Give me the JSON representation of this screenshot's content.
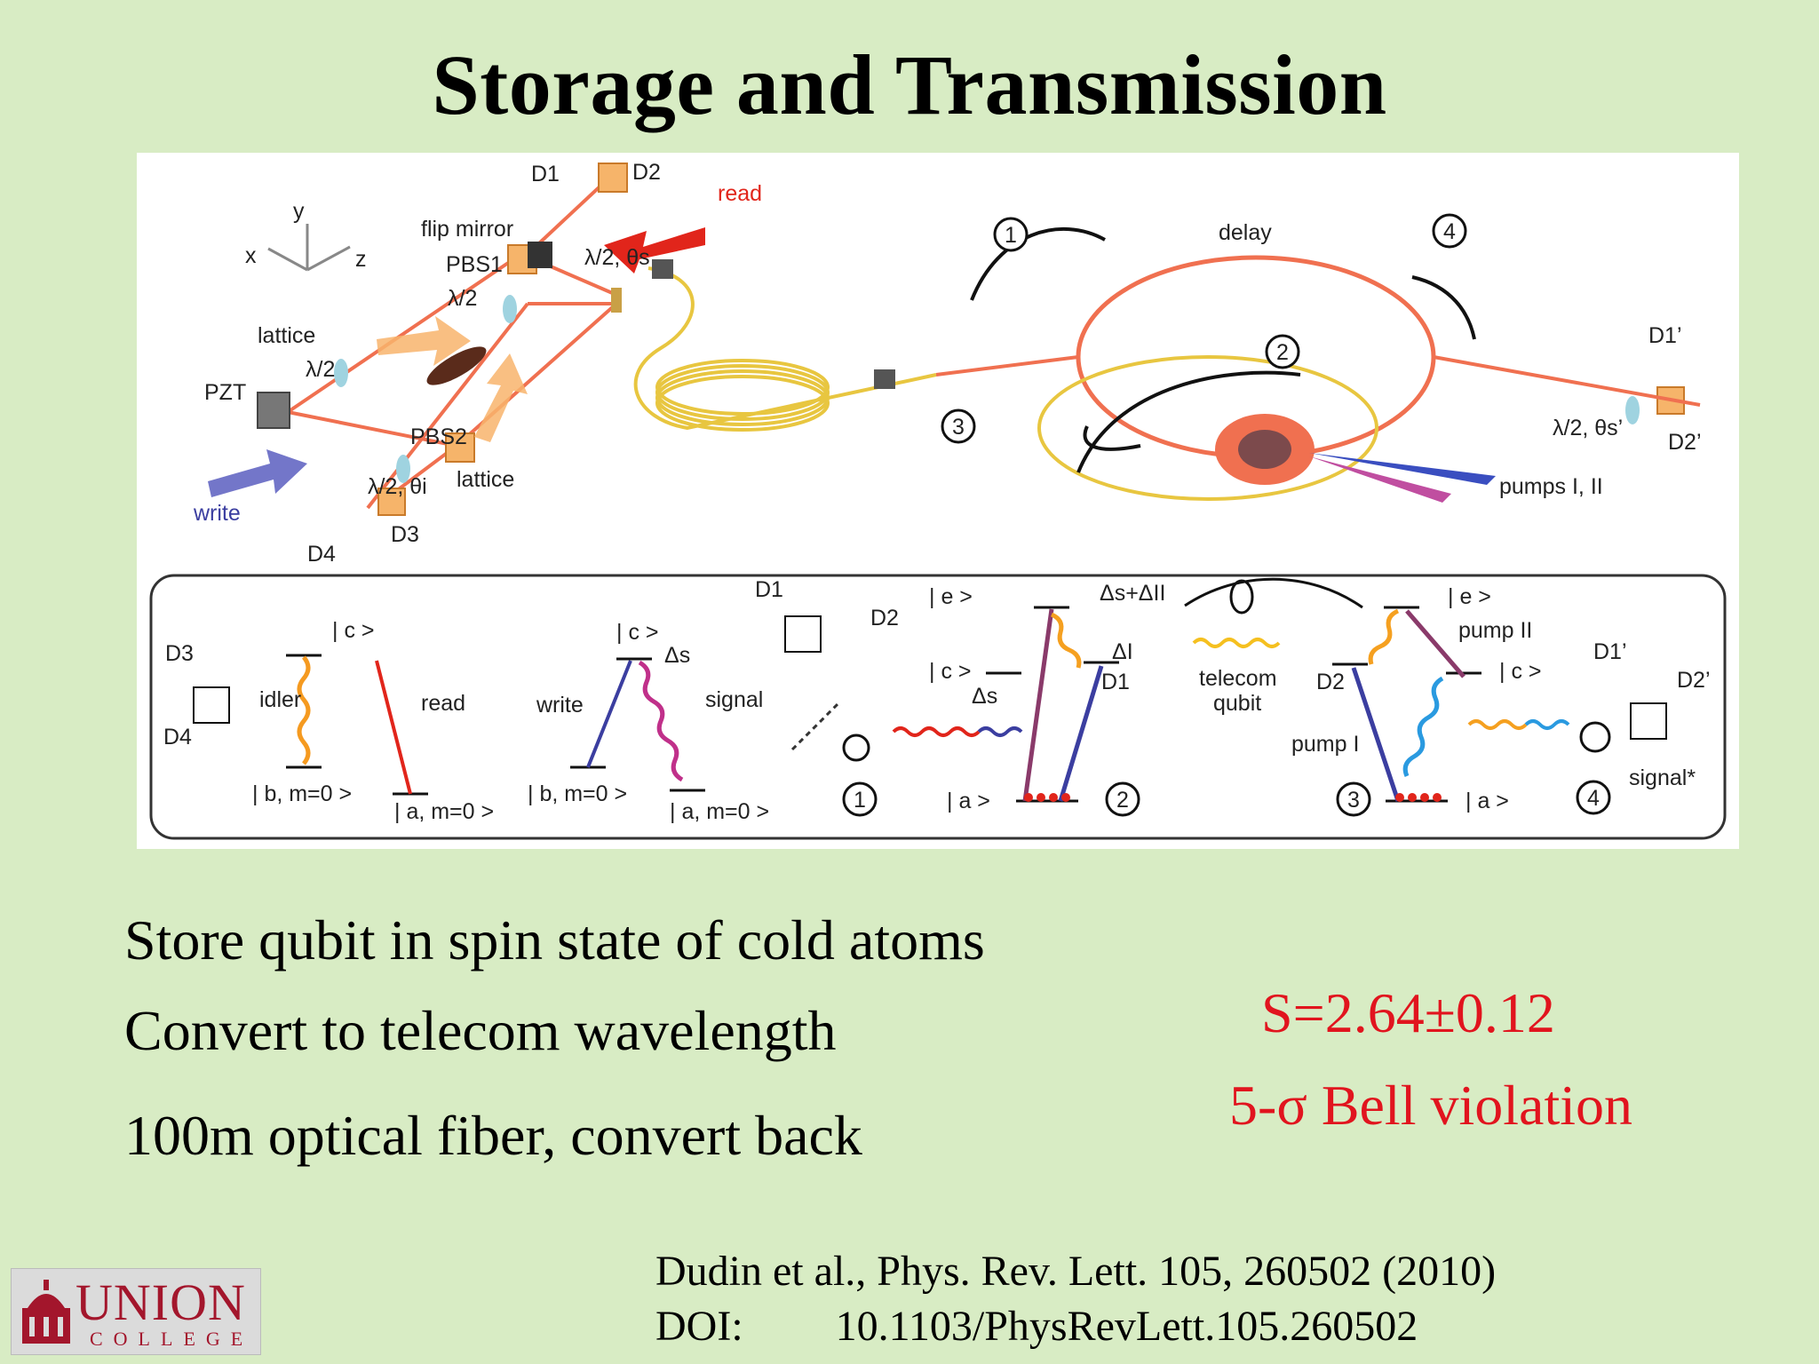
{
  "title": "Storage and Transmission",
  "figure": {
    "top": {
      "detectors": [
        "D1",
        "D2",
        "D3",
        "D4",
        "D1’",
        "D2’"
      ],
      "labels": {
        "read": "read",
        "write": "write",
        "flip_mirror": "flip mirror",
        "pbs1": "PBS1",
        "pbs2": "PBS2",
        "half_wave_1": "λ/2",
        "half_wave_2": "λ/2",
        "half_wave_s": "λ/2, θs",
        "half_wave_i": "λ/2, θi",
        "half_wave_s2": "λ/2, θs’",
        "lattice_1": "lattice",
        "lattice_2": "lattice",
        "pzt": "PZT",
        "delay": "delay",
        "pumps": "pumps I, II",
        "axis_x": "x",
        "axis_y": "y",
        "axis_z": "z",
        "step_1": "1",
        "step_2": "2",
        "step_3": "3",
        "step_4": "4"
      }
    },
    "bottom": {
      "labels": {
        "c1": "| c >",
        "c2": "| c >",
        "c3": "| c >",
        "c4": "| c >",
        "b1": "| b, m=0 >",
        "b2": "| b, m=0 >",
        "a1": "| a, m=0 >",
        "a2": "| a, m=0 >",
        "a3": "| a >",
        "a4": "| a >",
        "e1": "| e >",
        "e2": "| e >",
        "d1": "D1",
        "d2": "D2",
        "idler": "idler",
        "read": "read",
        "write": "write",
        "signal": "signal",
        "delta_s": "Δs",
        "delta_s2": "Δs",
        "delta_sum": "Δs+ΔII",
        "delta_i": "ΔI",
        "telecom": "telecom",
        "qubit": "qubit",
        "pump_1": "pump I",
        "pump_2": "pump II",
        "signal_star": "signal*",
        "d3": "D3",
        "d4": "D4",
        "d1p": "D1’",
        "d2p": "D2’",
        "n1": "1",
        "n2": "2",
        "n3": "3",
        "n4": "4"
      }
    }
  },
  "bullets": [
    "Store qubit in spin state of cold atoms",
    "Convert to telecom wavelength",
    "100m optical fiber, convert back"
  ],
  "result": {
    "s_value": "S=2.64±0.12",
    "violation": "5-σ Bell violation"
  },
  "citation": {
    "line1": "Dudin et al., Phys. Rev. Lett. 105, 260502 (2010)",
    "doi_label": "DOI:",
    "doi_value": "10.1103/PhysRevLett.105.260502"
  },
  "logo": {
    "word": "UNION",
    "sub": "COLLEGE"
  },
  "colors": {
    "background": "#d8ecc4",
    "accent_red": "#e1141e",
    "beam": "#f07050",
    "fiber": "#e8c640",
    "union_red": "#a3162c"
  }
}
